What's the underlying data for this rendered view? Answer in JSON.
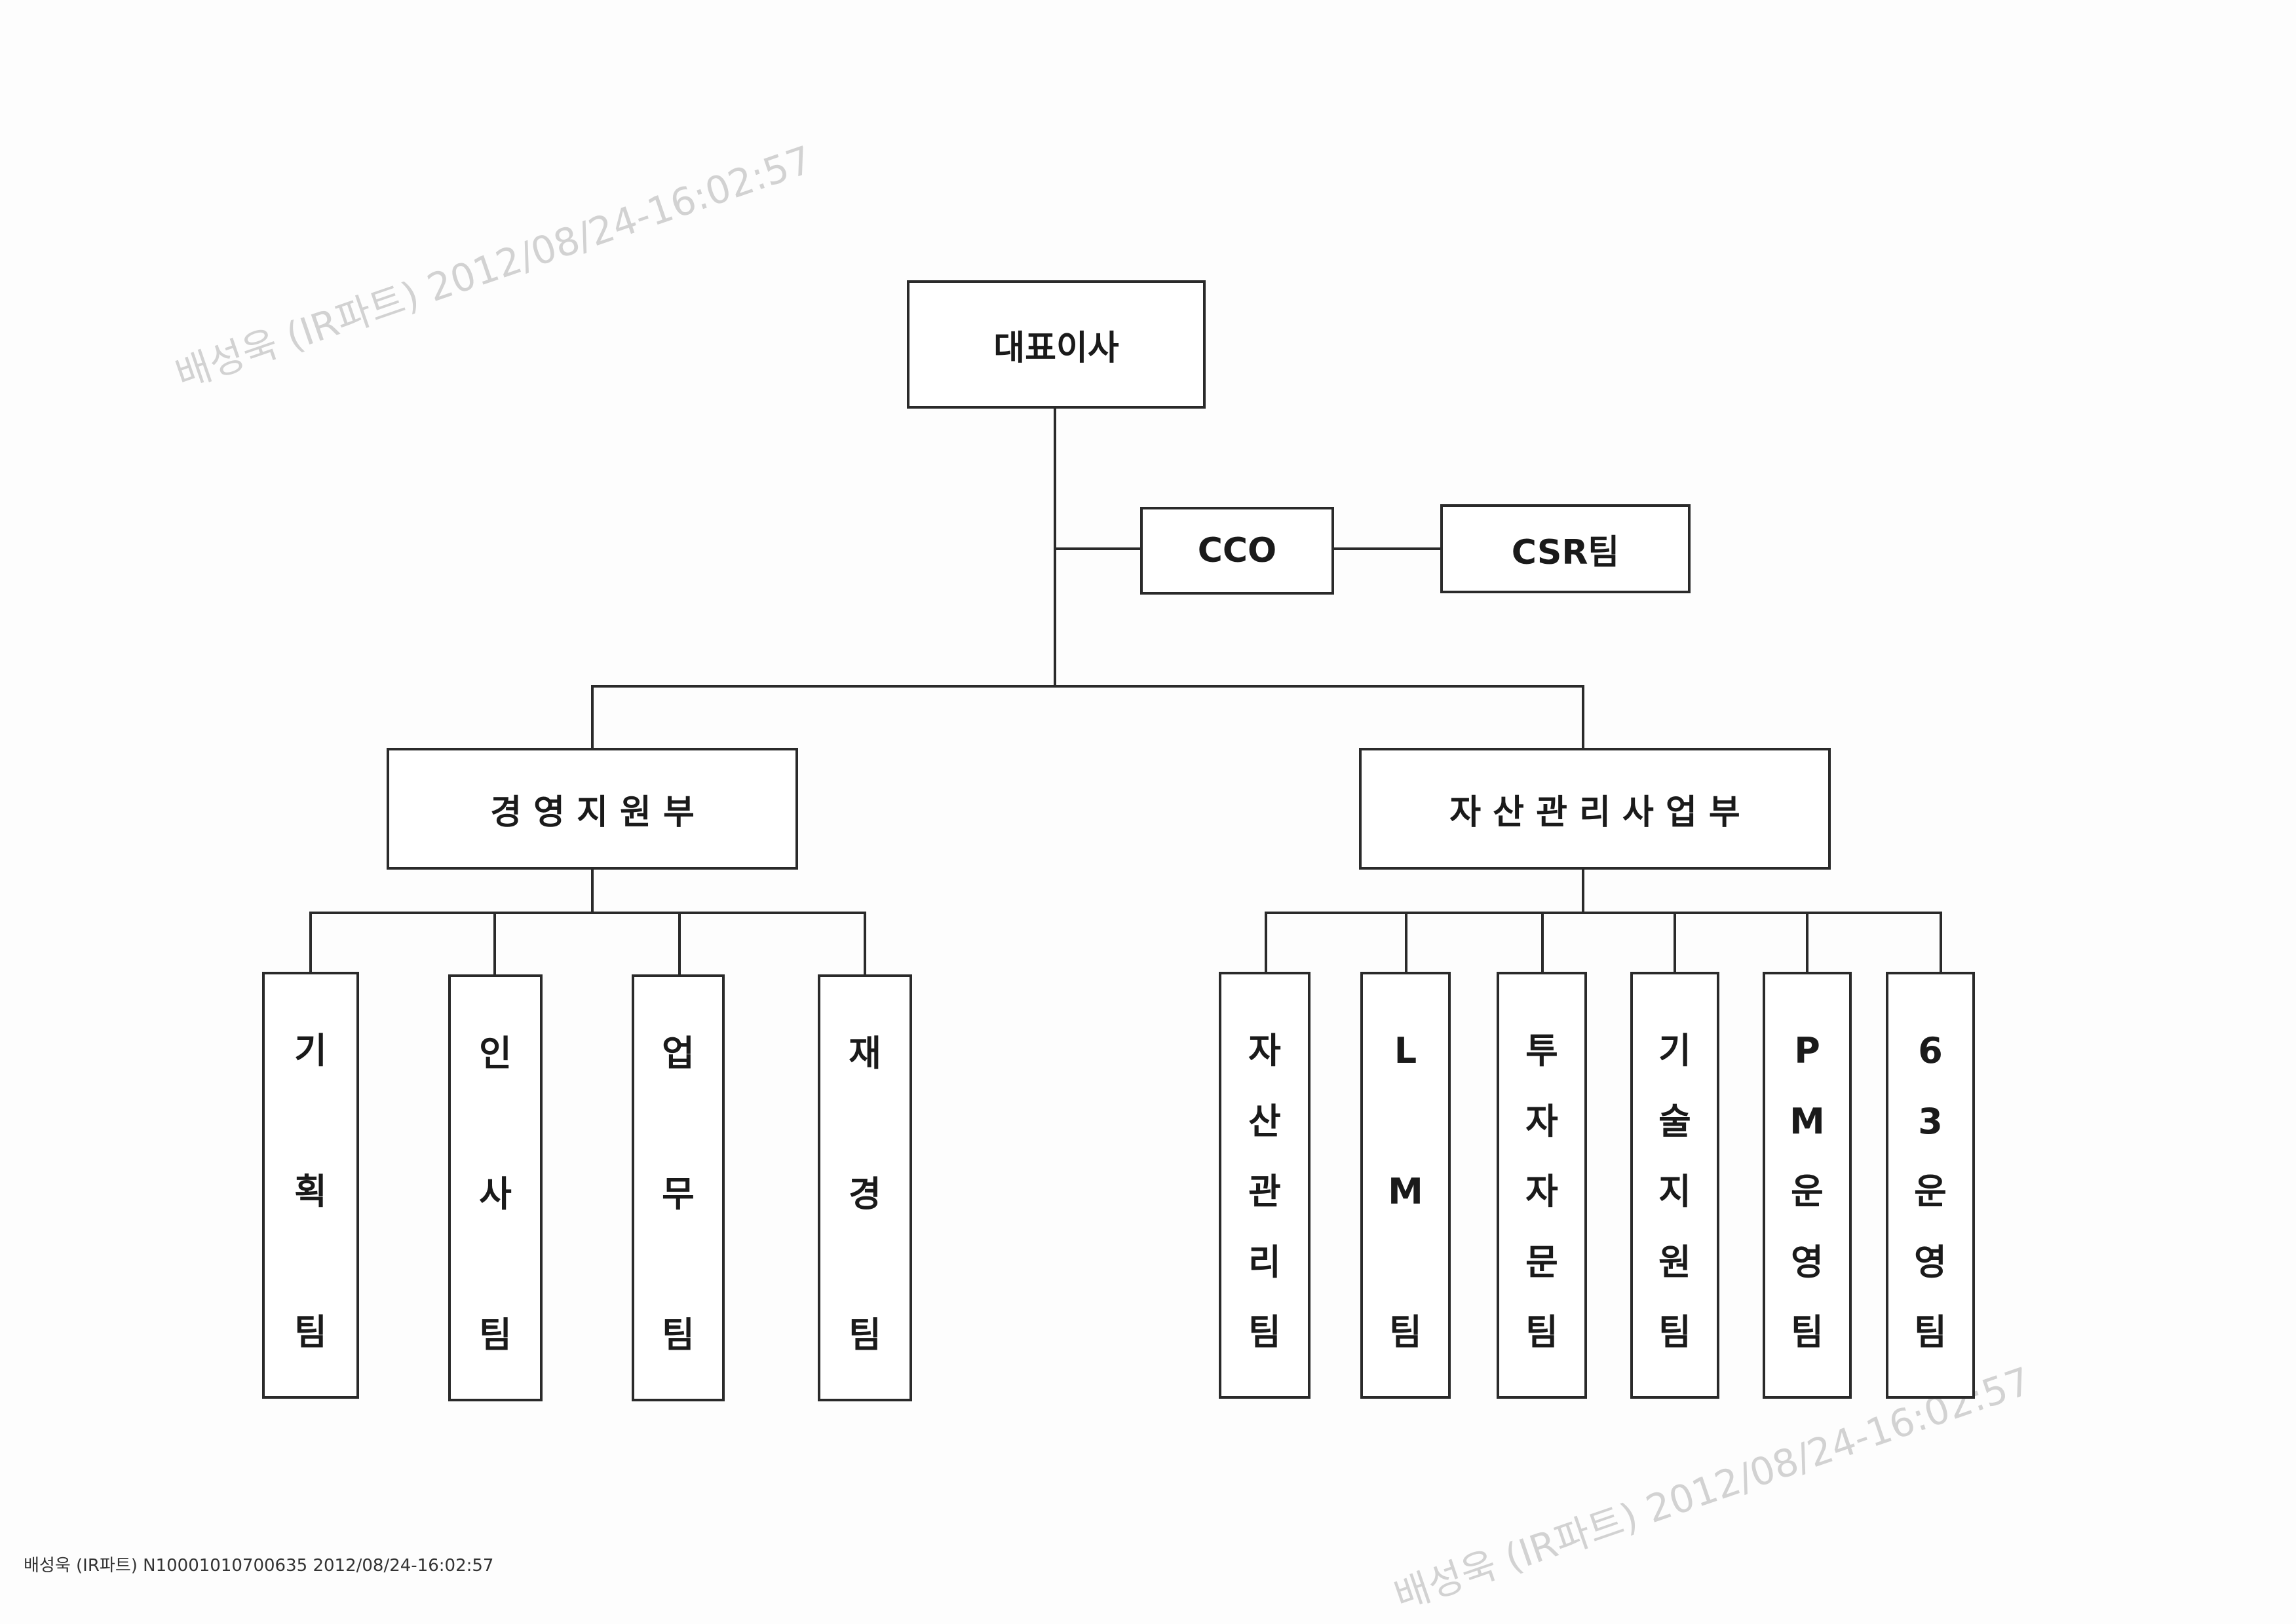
{
  "chart": {
    "ceo": "대표이사",
    "cco": "CCO",
    "csr": "CSR팀",
    "divisions": [
      {
        "name": "경 영 지 원 부",
        "teams": [
          {
            "chars": [
              "기",
              "획",
              "팀"
            ]
          },
          {
            "chars": [
              "인",
              "사",
              "팀"
            ]
          },
          {
            "chars": [
              "업",
              "무",
              "팀"
            ]
          },
          {
            "chars": [
              "재",
              "경",
              "팀"
            ]
          }
        ]
      },
      {
        "name": "자 산 관 리 사 업 부",
        "teams": [
          {
            "chars": [
              "자",
              "산",
              "관",
              "리",
              "팀"
            ]
          },
          {
            "chars": [
              "L",
              "M",
              "팀"
            ]
          },
          {
            "chars": [
              "투",
              "자",
              "자",
              "문",
              "팀"
            ]
          },
          {
            "chars": [
              "기",
              "술",
              "지",
              "원",
              "팀"
            ]
          },
          {
            "chars": [
              "P",
              "M",
              "운",
              "영",
              "팀"
            ]
          },
          {
            "chars": [
              "6",
              "3",
              "운",
              "영",
              "팀"
            ]
          }
        ]
      }
    ]
  },
  "watermark": {
    "text": "배성욱 (IR파트) 2012/08/24-16:02:57"
  },
  "footer": {
    "text": "배성욱 (IR파트) N10001010700635 2012/08/24-16:02:57"
  },
  "colors": {
    "line": "#2a2a2a",
    "watermark": "#d2d2d2",
    "background": "#fdfdfd"
  }
}
